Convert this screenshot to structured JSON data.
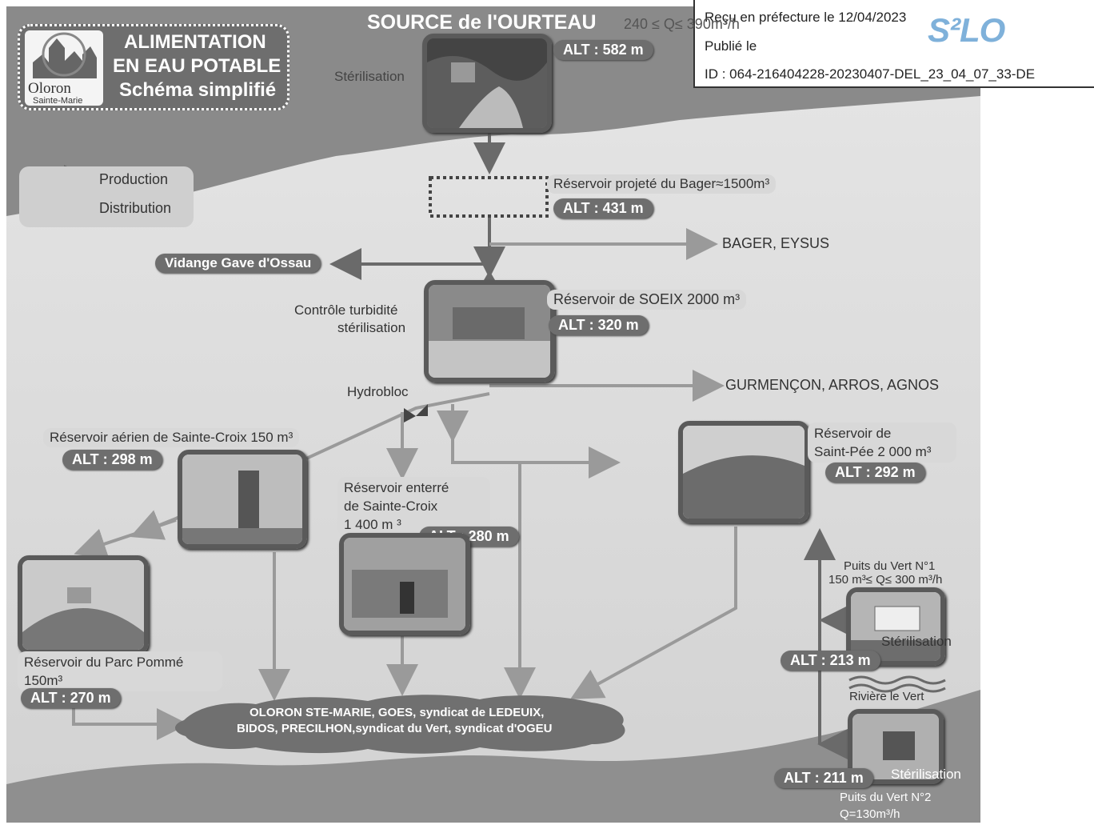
{
  "stamp": {
    "recu": "Reçu en préfecture le 12/04/2023",
    "publie": "Publié le",
    "id": "ID : 064-216404228-20230407-DEL_23_04_07_33-DE",
    "logo_text": "S²LO"
  },
  "header": {
    "title_line1": "ALIMENTATION",
    "title_line2": "EN EAU POTABLE",
    "title_line3": "Schéma simplifié",
    "logo_name": "Oloron",
    "logo_sub": "Sainte-Marie"
  },
  "source": {
    "title": "SOURCE de l'OURTEAU",
    "debit": "240 ≤ Q≤ 390m³/h",
    "alt": "ALT : 582 m",
    "sterilisation": "Stérilisation"
  },
  "legend": {
    "production": "Production",
    "distribution": "Distribution"
  },
  "bager": {
    "label": "Réservoir projeté du Bager≈1500m³",
    "alt": "ALT : 431 m",
    "dest": "BAGER, EYSUS"
  },
  "vidange": "Vidange Gave d'Ossau",
  "soeix": {
    "label": "Réservoir de SOEIX 2000 m³",
    "alt": "ALT : 320 m",
    "controle1": "Contrôle turbidité",
    "controle2": "stérilisation",
    "dest": "GURMENÇON, ARROS, AGNOS",
    "hydrobloc": "Hydrobloc"
  },
  "sainte_croix_aerien": {
    "label": "Réservoir aérien de Sainte-Croix 150 m³",
    "alt": "ALT : 298 m"
  },
  "sainte_croix_enterre": {
    "label1": "Réservoir enterré",
    "label2": "de Sainte-Croix",
    "label3": "1 400 m ³",
    "alt": "ALT : 280 m"
  },
  "saint_pee": {
    "label1": "Réservoir de",
    "label2": "Saint-Pée 2 000 m³",
    "alt": "ALT : 292 m"
  },
  "parc_pomme": {
    "label1": "Réservoir du Parc Pommé",
    "label2": "150m³",
    "alt": "ALT : 270 m"
  },
  "puits1": {
    "label1": "Puits du Vert N°1",
    "label2": "150 m³≤ Q≤ 300 m³/h",
    "sterilisation": "Stérilisation",
    "alt": "ALT : 213 m"
  },
  "riviere": "Rivière le Vert",
  "puits2": {
    "sterilisation": "Stérilisation",
    "alt": "ALT : 211 m",
    "label1": "Puits du Vert N°2",
    "label2": "Q=130m³/h"
  },
  "destination": {
    "line1": "OLORON STE-MARIE, GOES, syndicat de LEDEUIX,",
    "line2": "BIDOS, PRECILHON,syndicat du Vert, syndicat d'OGEU"
  },
  "colors": {
    "production": "#6e6e6e",
    "distribution": "#9a9a9a",
    "pill": "#6e6e6e",
    "background": "#d9d9d9"
  }
}
